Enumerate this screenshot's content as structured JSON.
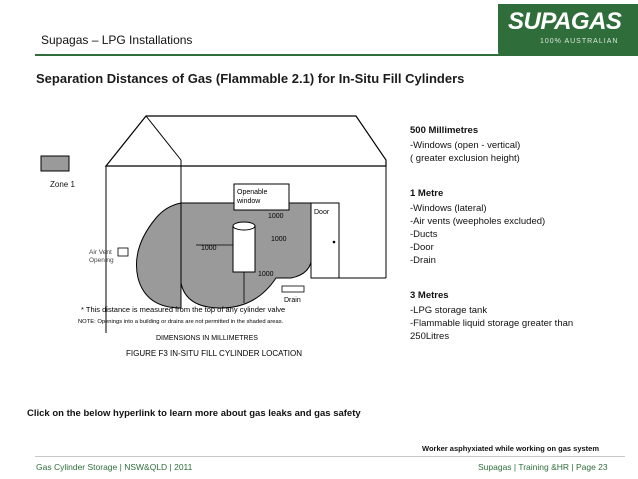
{
  "header": {
    "title": "Supagas – LPG Installations",
    "logo_text": "SUPAGAS",
    "logo_tagline": "100% AUSTRALIAN"
  },
  "main_title": "Separation Distances of Gas (Flammable 2.1) for In-Situ Fill Cylinders",
  "drawing": {
    "zone_label": "Zone 1",
    "air_vent_label_1": "Air Vent",
    "air_vent_label_2": "Opening",
    "openable_window_1": "Openable",
    "openable_window_2": "window",
    "door_label": "Door",
    "dim_1000_a": "1000",
    "dim_1000_b": "1000",
    "dim_1000_c": "1000",
    "dim_1000_d": "1000",
    "drain_label": "Drain",
    "star_note": "* This distance is measured from the top of any cylinder valve",
    "note": "NOTE: Openings into a building or drains are not permitted in the shaded areas.",
    "dimensions_label": "DIMENSIONS IN MILLIMETRES",
    "figure_caption": "FIGURE F3  IN-SITU FILL CYLINDER LOCATION"
  },
  "side_info": {
    "section_500": {
      "heading": "500 Millimetres",
      "lines": [
        "-Windows (open - vertical)",
        "( greater exclusion height)"
      ]
    },
    "section_1m": {
      "heading": "1 Metre",
      "lines": [
        "-Windows (lateral)",
        "-Air vents (weepholes excluded)",
        "-Ducts",
        "-Door",
        "-Drain"
      ]
    },
    "section_3m": {
      "heading": "3 Metres",
      "lines": [
        "-LPG storage tank",
        "-Flammable liquid storage greater than",
        "250Litres"
      ]
    }
  },
  "link_prompt": "Click on the below hyperlink to learn more about gas leaks and gas safety",
  "caption": "Worker asphyxiated while working on gas system",
  "footer": {
    "left": "Gas Cylinder Storage | NSW&QLD | 2011",
    "right": "Supagas | Training &HR | Page 23"
  },
  "colors": {
    "brand_green": "#2f6e3a",
    "shade": "#9a9a9a"
  }
}
